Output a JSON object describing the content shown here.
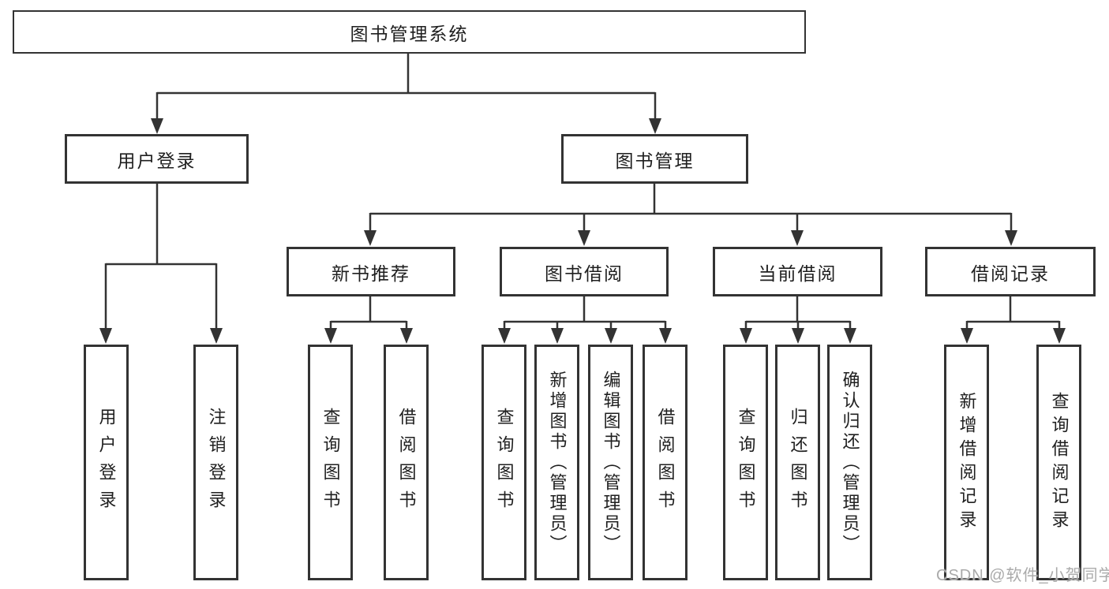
{
  "diagram": {
    "root": {
      "label": "图书管理系统"
    },
    "level2": [
      {
        "label": "用户登录"
      },
      {
        "label": "图书管理"
      }
    ],
    "level3": [
      {
        "label": "新书推荐"
      },
      {
        "label": "图书借阅"
      },
      {
        "label": "当前借阅"
      },
      {
        "label": "借阅记录"
      }
    ],
    "leaves": [
      {
        "label": "用户登录"
      },
      {
        "label": "注销登录"
      },
      {
        "label": "查询图书"
      },
      {
        "label": "借阅图书"
      },
      {
        "label": "查询图书"
      },
      {
        "label": "新增图书（管理员）"
      },
      {
        "label": "编辑图书（管理员）"
      },
      {
        "label": "借阅图书"
      },
      {
        "label": "查询图书"
      },
      {
        "label": "归还图书"
      },
      {
        "label": "确认归还（管理员）"
      },
      {
        "label": "新增借阅记录"
      },
      {
        "label": "查询借阅记录"
      }
    ]
  },
  "watermark": {
    "text": "CSDN @软件_小贺同学",
    "color": "#aaaaaa"
  },
  "colors": {
    "line": "#333333",
    "box_border": "#333333",
    "text": "#1f1f1f",
    "background": "#ffffff"
  }
}
